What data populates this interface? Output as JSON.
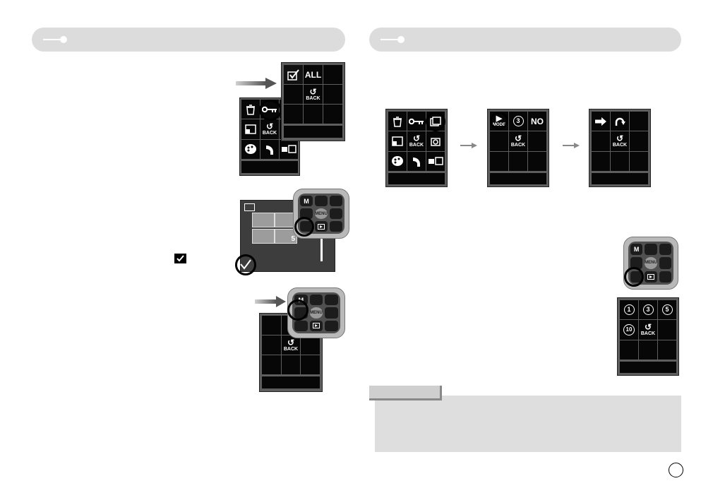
{
  "left_panel": {
    "title": ""
  },
  "right_panel": {
    "title": ""
  },
  "screens": {
    "protect_submenu": {
      "all_label": "ALL",
      "back_label": "BACK"
    },
    "main_menu_left": {
      "back_label": "BACK"
    },
    "bottom_left_menu": {
      "back_label": "BACK"
    },
    "slideshow_start": {
      "back_label": "BACK",
      "mode_label": "MODE",
      "no_label": "NO",
      "timer_value": "3"
    },
    "slideshow_main": {
      "back_label": "BACK"
    },
    "slideshow_effect": {
      "back_label": "BACK"
    },
    "interval_menu": {
      "back_label": "BACK",
      "values": [
        "1",
        "3",
        "5",
        "10"
      ]
    }
  },
  "keypad": {
    "m_label": "M",
    "menu_label": "MENU"
  },
  "thumbnail_view": {
    "count_label": "5"
  },
  "colors": {
    "header_bar": "#dcdcdc",
    "lcd_cell": "#070707",
    "note_box": "#dedede"
  },
  "icons": [
    "delete-icon",
    "protect-key-icon",
    "slideshow-icon",
    "resize-icon",
    "rotate-icon",
    "color-palette-icon",
    "effect-icon",
    "dpof-icon",
    "checkmark-icon",
    "play-icon",
    "right-arrow-icon",
    "curve-arrow-icon",
    "back-arrow-icon"
  ]
}
